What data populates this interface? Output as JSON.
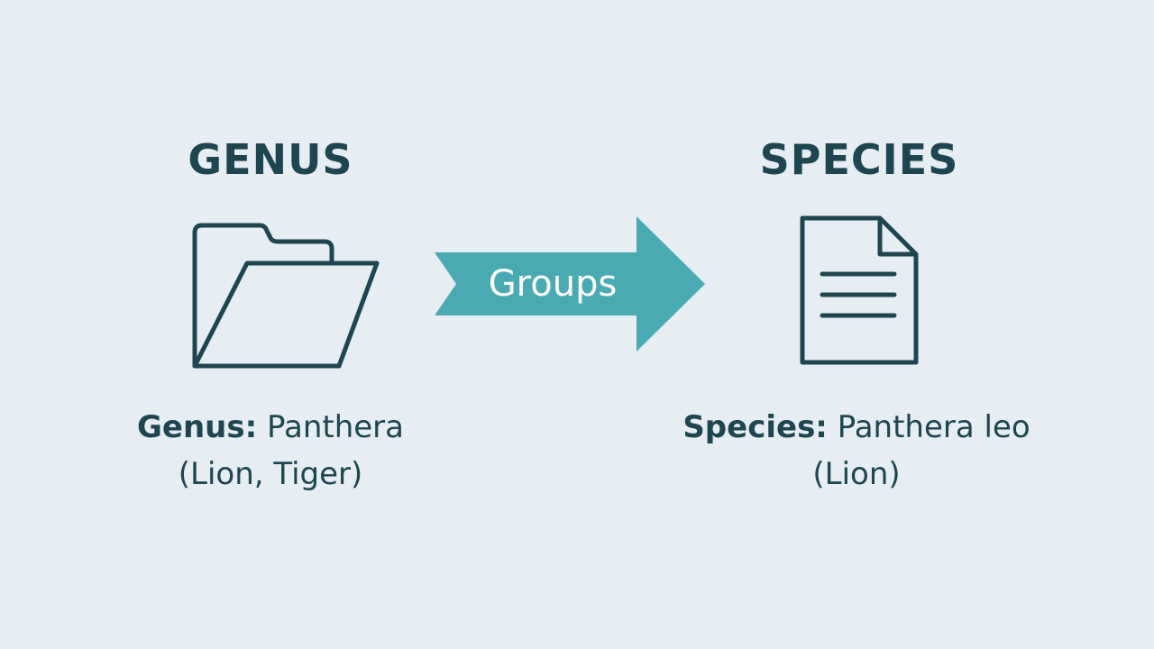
{
  "colors": {
    "background": "#e6eef4",
    "ink": "#1d4650",
    "accent": "#4aaab4",
    "arrow_text": "#ffffff"
  },
  "genus": {
    "heading": "GENUS",
    "icon": "folder-icon",
    "caption_label": "Genus:",
    "caption_value": "Panthera",
    "caption_examples": "(Lion, Tiger)"
  },
  "connector": {
    "label": "Groups",
    "icon": "right-arrow"
  },
  "species": {
    "heading": "SPECIES",
    "icon": "document-icon",
    "caption_label": "Species:",
    "caption_value": "Panthera leo",
    "caption_examples": "(Lion)"
  }
}
